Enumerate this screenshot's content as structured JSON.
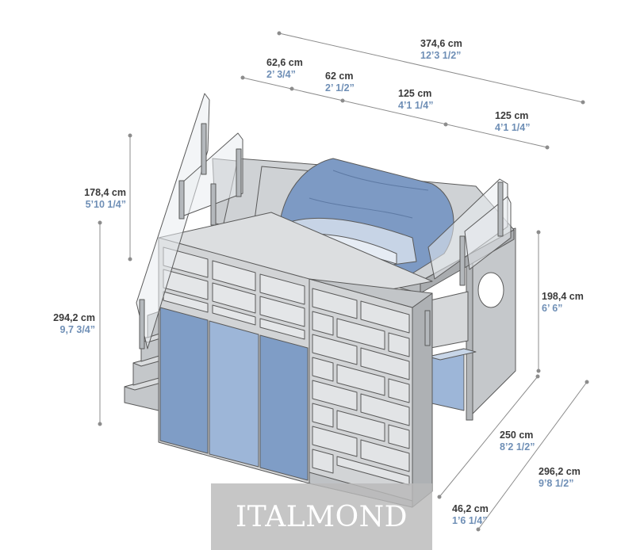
{
  "dimensions": {
    "total_length": {
      "cm": "374,6 cm",
      "in": "12’3 1/2”"
    },
    "segment_1": {
      "cm": "62,6 cm",
      "in": "2’ 3/4”"
    },
    "segment_2": {
      "cm": "62 cm",
      "in": "2’ 1/2”"
    },
    "segment_3": {
      "cm": "125 cm",
      "in": "4’1 1/4”"
    },
    "segment_4": {
      "cm": "125 cm",
      "in": "4’1 1/4”"
    },
    "rail_height": {
      "cm": "178,4 cm",
      "in": "5’10 1/4”"
    },
    "total_height": {
      "cm": "294,2 cm",
      "in": "9,7 3/4”"
    },
    "under_bed_height": {
      "cm": "198,4 cm",
      "in": "6’ 6”"
    },
    "bed_depth": {
      "cm": "250 cm",
      "in": "8’2 1/2”"
    },
    "total_depth": {
      "cm": "296,2 cm",
      "in": "9’8 1/2”"
    },
    "wardrobe_depth": {
      "cm": "46,2 cm",
      "in": "1’6 1/4”"
    }
  },
  "watermark": {
    "text": "ITALMOND"
  },
  "colors": {
    "panel": "#d2d4d6",
    "panel_dark": "#aeb1b4",
    "door": "#7f9dc6",
    "door_mid": "#9db6d8",
    "mattress": "#7d9ac4",
    "line": "#5a5a5a",
    "dim_line": "#8c8c8c",
    "glass": "#e9edf0"
  }
}
